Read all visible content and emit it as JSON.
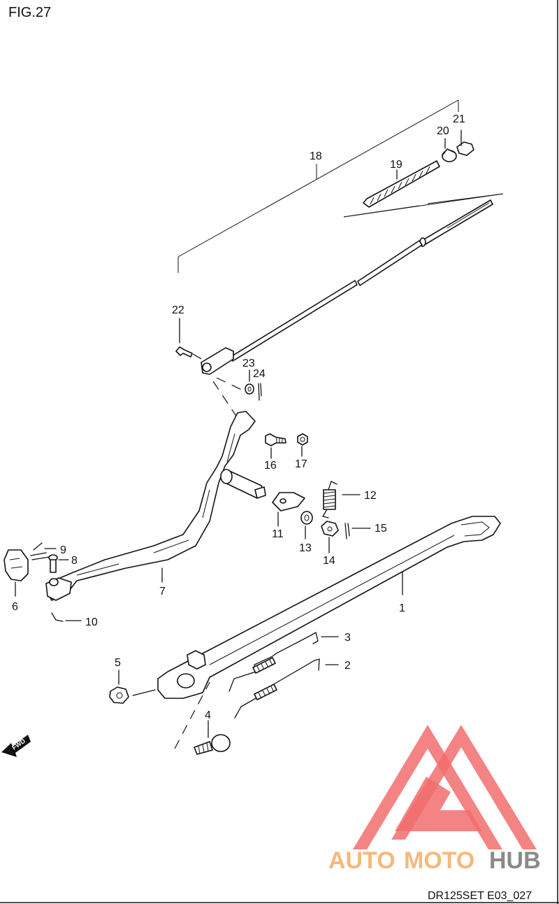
{
  "figure_title": "FIG.27",
  "footer_code": "DR125SET E03_027",
  "fwd_label": "FWD",
  "watermark": {
    "part1": "AUTO",
    "part2": "MOTO",
    "part3": "HUB",
    "color_red": "#f26d6d",
    "color_orange": "#f5b97a",
    "color_gray": "#8a8a8a"
  },
  "callouts": {
    "n1": "1",
    "n2": "2",
    "n3": "3",
    "n4": "4",
    "n5": "5",
    "n6": "6",
    "n7": "7",
    "n8": "8",
    "n9": "9",
    "n10": "10",
    "n11": "11",
    "n12": "12",
    "n13": "13",
    "n14": "14",
    "n15": "15",
    "n16": "16",
    "n17": "17",
    "n18": "18",
    "n19": "19",
    "n20": "20",
    "n21": "21",
    "n22": "22",
    "n23": "23",
    "n24": "24"
  }
}
